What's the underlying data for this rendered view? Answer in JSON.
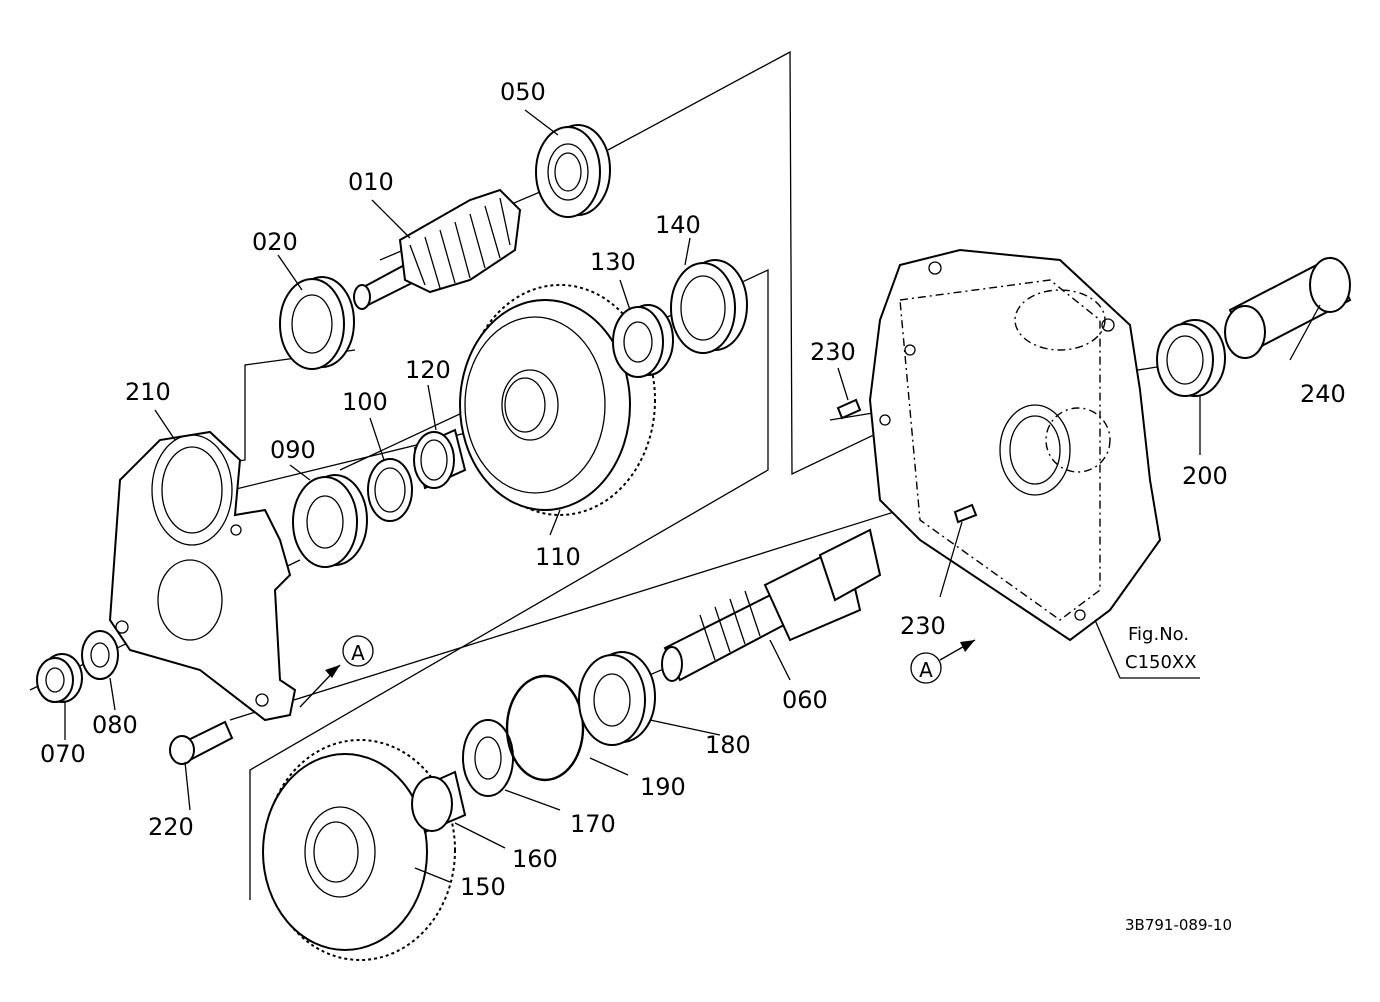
{
  "diagram": {
    "labels": {
      "p010": "010",
      "p020": "020",
      "p050": "050",
      "p060": "060",
      "p070": "070",
      "p080": "080",
      "p090": "090",
      "p100": "100",
      "p110": "110",
      "p120": "120",
      "p130": "130",
      "p140": "140",
      "p150": "150",
      "p160": "160",
      "p170": "170",
      "p180": "180",
      "p190": "190",
      "p200": "200",
      "p210": "210",
      "p220": "220",
      "p230a": "230",
      "p230b": "230",
      "p240": "240"
    },
    "arrow_marker_a": "A",
    "arrow_marker_b": "A",
    "fig_no_label": "Fig.No.",
    "fig_no_value": "C150XX",
    "drawing_id": "3B791-089-10"
  }
}
